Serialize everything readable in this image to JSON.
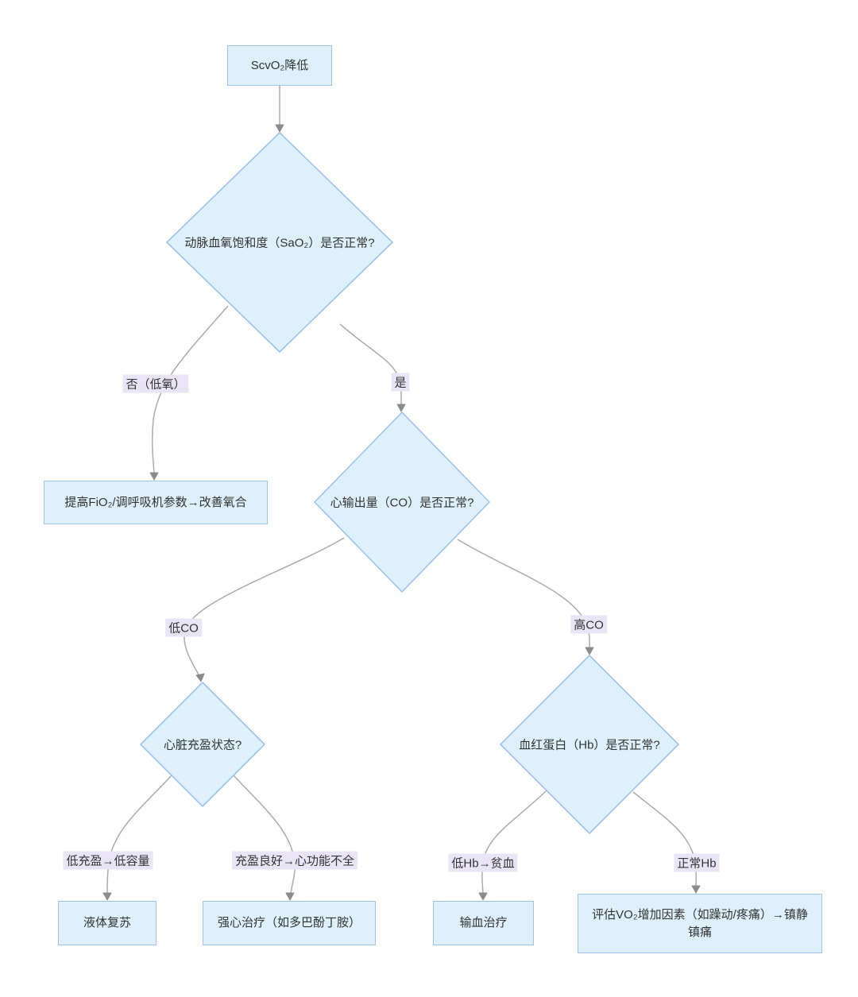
{
  "nodes": {
    "start": "ScvO₂降低",
    "sao2_question": "动脉血氧饱和度（SaO₂）是否正常?",
    "oxygen_action": "提高FiO₂/调呼吸机参数→改善氧合",
    "co_question": "心输出量（CO）是否正常?",
    "filling_question": "心脏充盈状态?",
    "hb_question": "血红蛋白（Hb）是否正常?",
    "fluid_action": "液体复苏",
    "inotrope_action": "强心治疗（如多巴酚丁胺）",
    "transfusion_action": "输血治疗",
    "vo2_action": "评估VO₂增加因素（如躁动/疼痛）→镇静镇痛"
  },
  "edge_labels": {
    "no_hypoxia": "否（低氧）",
    "yes": "是",
    "low_co": "低CO",
    "high_co": "高CO",
    "low_filling": "低充盈→低容量",
    "good_filling": "充盈良好→心功能不全",
    "low_hb": "低Hb→贫血",
    "normal_hb": "正常Hb"
  },
  "colors": {
    "node_fill": "#ddf0fb",
    "node_border": "#9fc3ec",
    "edge": "#ababab",
    "arrowhead": "#8c8c8c",
    "label_bg": "#e9e4f6",
    "text": "#333333",
    "background": "#ffffff"
  }
}
